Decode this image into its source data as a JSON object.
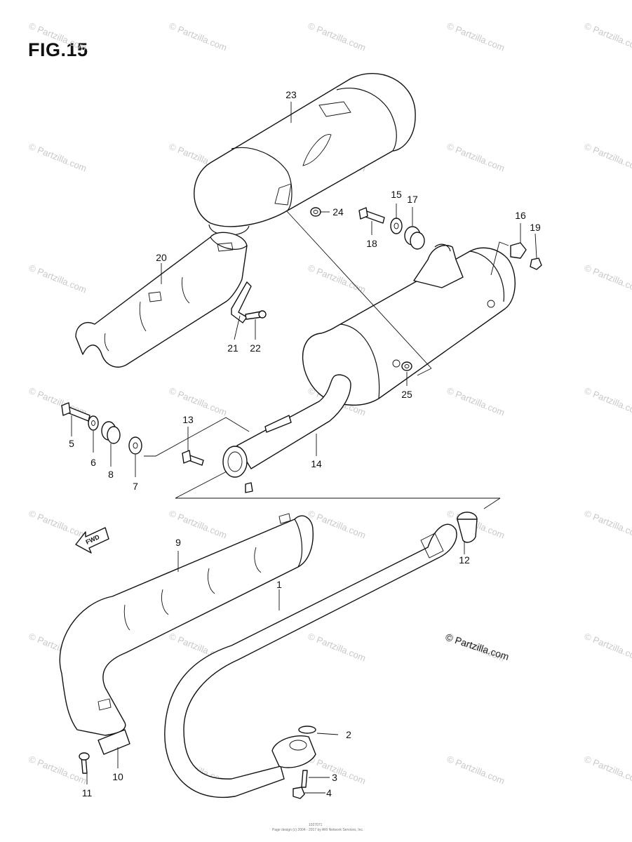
{
  "figure": {
    "title": "FIG.15"
  },
  "callouts": [
    {
      "id": "1",
      "label": "1"
    },
    {
      "id": "2",
      "label": "2"
    },
    {
      "id": "3",
      "label": "3"
    },
    {
      "id": "4",
      "label": "4"
    },
    {
      "id": "5",
      "label": "5"
    },
    {
      "id": "6",
      "label": "6"
    },
    {
      "id": "7",
      "label": "7"
    },
    {
      "id": "8",
      "label": "8"
    },
    {
      "id": "9",
      "label": "9"
    },
    {
      "id": "10",
      "label": "10"
    },
    {
      "id": "11",
      "label": "11"
    },
    {
      "id": "12",
      "label": "12"
    },
    {
      "id": "13",
      "label": "13"
    },
    {
      "id": "14",
      "label": "14"
    },
    {
      "id": "15",
      "label": "15"
    },
    {
      "id": "16",
      "label": "16"
    },
    {
      "id": "17",
      "label": "17"
    },
    {
      "id": "18",
      "label": "18"
    },
    {
      "id": "19",
      "label": "19"
    },
    {
      "id": "20",
      "label": "20"
    },
    {
      "id": "21",
      "label": "21"
    },
    {
      "id": "22",
      "label": "22"
    },
    {
      "id": "23",
      "label": "23"
    },
    {
      "id": "24",
      "label": "24"
    },
    {
      "id": "25",
      "label": "25"
    }
  ],
  "fwd_label": "FWD",
  "copyright": "© Partzilla.com",
  "watermark": "© Partzilla.com",
  "footer": {
    "code": "1027071",
    "notice": "Page design (c) 2004 - 2017 by ARI Network Services, Inc."
  }
}
